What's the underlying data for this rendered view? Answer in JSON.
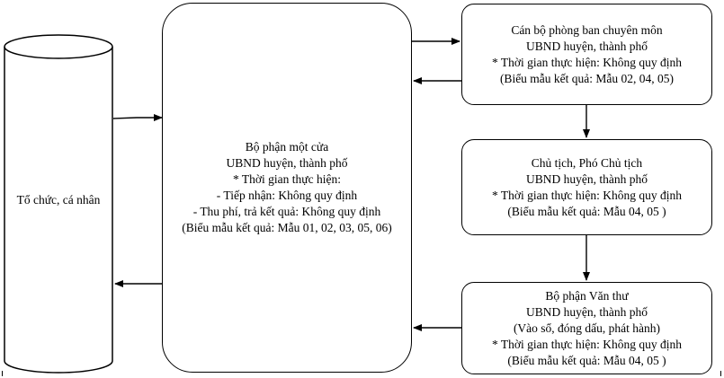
{
  "nodes": {
    "person": {
      "lines": [
        "Tổ chức, cá nhân"
      ]
    },
    "one_stop": {
      "lines": [
        "Bộ phận một cửa",
        "UBND huyện, thành phố",
        "* Thời gian thực hiện:",
        "- Tiếp nhận: Không quy định",
        "- Thu phí, trả kết quả: Không quy định",
        "(Biểu mẫu kết quả: Mẫu 01, 02, 03, 05, 06)"
      ]
    },
    "specialist": {
      "lines": [
        "Cán bộ phòng ban chuyên môn",
        "UBND huyện, thành phố",
        "* Thời gian thực hiện: Không quy định",
        "(Biểu mẫu kết quả: Mẫu 02, 04, 05)"
      ]
    },
    "chairman": {
      "lines": [
        "Chủ tịch, Phó Chủ tịch",
        "UBND huyện, thành phố",
        "* Thời gian thực hiện: Không quy định",
        "(Biểu mẫu kết quả: Mẫu 04, 05 )"
      ]
    },
    "clerical": {
      "lines": [
        "Bộ phận Văn thư",
        "UBND huyện, thành phố",
        "(Vào sổ, đóng dấu, phát hành)",
        "* Thời gian thực hiện: Không quy định",
        "(Biểu mẫu kết quả: Mẫu 04, 05 )"
      ]
    }
  }
}
